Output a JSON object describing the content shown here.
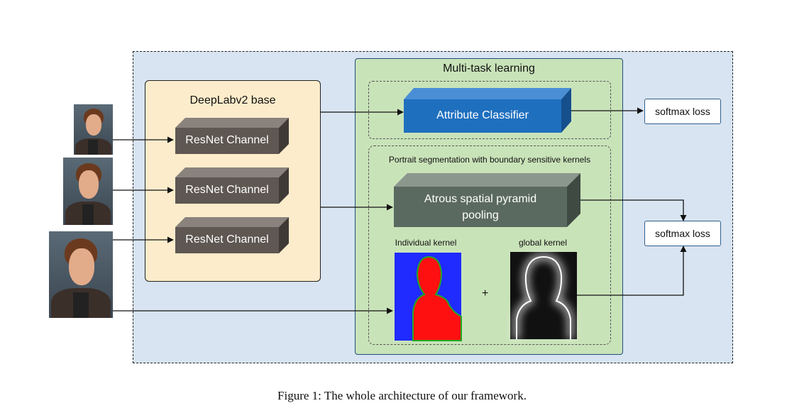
{
  "outer": {},
  "deeplab": {
    "title": "DeepLabv2 base",
    "channels": [
      "ResNet Channel",
      "ResNet Channel",
      "ResNet Channel"
    ]
  },
  "mtl": {
    "title": "Multi-task learning",
    "attribute_classifier": "Attribute Classifier",
    "segmentation_title": "Portrait segmentation with boundary sensitive kernels",
    "aspp_line1": "Atrous spatial pyramid",
    "aspp_line2": "pooling",
    "individual_kernel": "Individual kernel",
    "global_kernel": "global kernel",
    "plus": "+"
  },
  "outputs": {
    "softmax_top": "softmax loss",
    "softmax_bottom": "softmax loss"
  },
  "caption": "Figure 1: The whole architecture of our framework.",
  "colors": {
    "outer_bg": "#d8e4f1",
    "deeplab_bg": "#fdeccb",
    "mtl_bg": "#c9e3b9",
    "attribute_blue": "#1f6fbf",
    "aspp_gray": "#5b6a60",
    "resnet_gray": "#5e5752",
    "mask_red": "#ff1010",
    "mask_blue": "#1f2bff",
    "mask_edge": "#22aa22"
  },
  "icons": [
    "portrait-photo"
  ]
}
